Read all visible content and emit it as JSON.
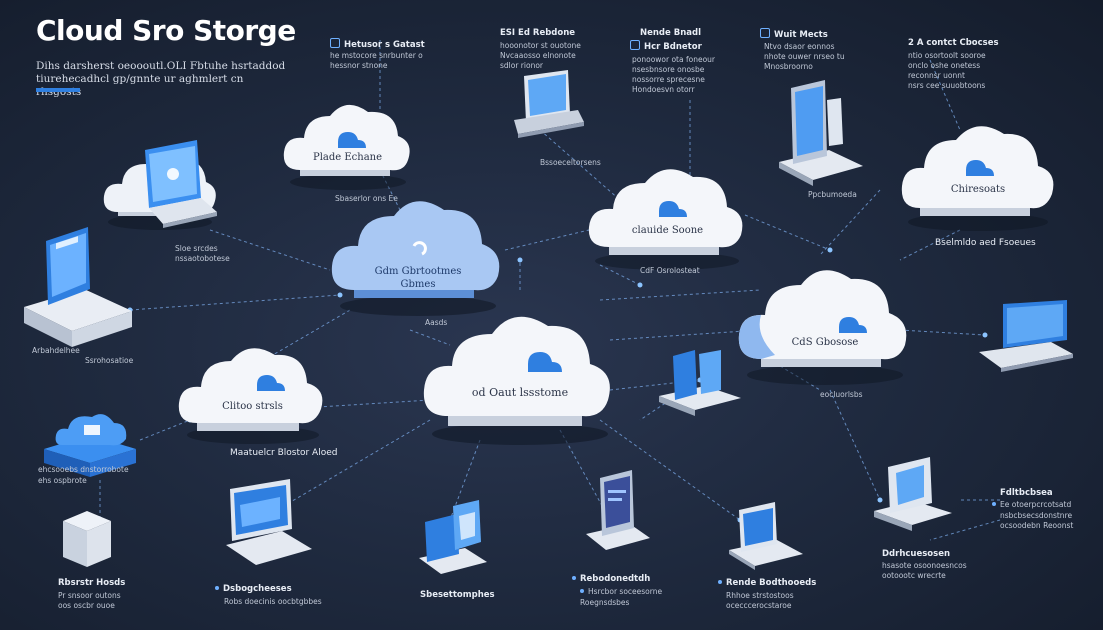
{
  "header": {
    "title": "Cloud Sro Storge",
    "subtitle_line1": "Dihs darsherst oeoooutl.OLI Fbtuhe hsrtaddod",
    "subtitle_line2": "tiurehecadhcl gp/gnnte ur aghmlert cn rhsgosts"
  },
  "top_labels": [
    {
      "head": "Hetusor s Gatast",
      "line1": "he mstocore snrbunter o",
      "line2": "hessnor stnone"
    },
    {
      "head": "ESI Ed Rebdone",
      "line1": "hooonotor st ouotone",
      "line2": "Nvcaaosso elnonote",
      "line3": "sdlor rionor"
    },
    {
      "head": "Nende Bnadl",
      "line1": "Hcr Bdnetor",
      "line2": "ponoowor ota foneour",
      "line3": "nsesbnsore onosbe",
      "line4": "nossorre sprecesne",
      "line5": "Hondoesvn otorr"
    },
    {
      "head": "Wuit Mects",
      "line1": "Ntvo dsaor eonnos",
      "line2": "nhote ouwer nrseo tu",
      "line3": "Mnosbroorno"
    },
    {
      "head": "2 A contct Cbocses",
      "line1": "ntio osortoolt sooroe",
      "line2": "onclo oshe onetess",
      "line3": "reconnsr uonnt",
      "line4": "nsrs cee suuobtoons"
    }
  ],
  "clouds": [
    {
      "id": "c1",
      "label": "",
      "style": "white"
    },
    {
      "id": "c2",
      "label": "Plade Echane",
      "style": "white"
    },
    {
      "id": "c3",
      "label": "Gdm Gbrtootmes",
      "label2": "Gbmes",
      "style": "blue"
    },
    {
      "id": "c4",
      "label": "clauide Soone",
      "style": "white"
    },
    {
      "id": "c5",
      "label": "Chiresoats",
      "style": "white"
    },
    {
      "id": "c6",
      "label": "CdS Gbosose",
      "style": "white"
    },
    {
      "id": "c7",
      "label": "Clitoo strsls",
      "style": "white"
    },
    {
      "id": "c8",
      "label": "od Oaut lssstome",
      "style": "white"
    }
  ],
  "mid_labels": {
    "l_c2_under": "Sbaserlor ons Ee",
    "l_laptop1": "Sloe srcdes",
    "l_laptop1b": "nssaotobotese",
    "l_mid1": "Bselmldo aed Fsoeues",
    "l_c4_under": "CdF Osrolosteat",
    "l_pc_under": "Ppcbumoeda",
    "l_pc_under2": "Ssrohosatioe",
    "l_tablet": "Arbahdelhee",
    "l_tablet2": "Bssoeceltorsens",
    "l_c7_under": "Maatuelcr Blostor Aloed",
    "l_c3_under": "Aasds",
    "l_c6_under": "eocluorlsbs",
    "l_blue_box": "ehcsooebs dnstorrobote",
    "l_blue_box2": "ehs ospbrote"
  },
  "bottom_labels": [
    {
      "head": "Rbsrstr Hosds",
      "line1": "Pr snsoor outons",
      "line2": "oos oscbr ouoe"
    },
    {
      "head": "Dsbogcheeses",
      "line1": "Robs doecinis oocbtgbbes"
    },
    {
      "head": "Sbesettomphes",
      "line1": ""
    },
    {
      "head": "Rebodonedtdh",
      "line1": "Hsrcbor soceesorne",
      "line2": "Roegnsdsbes"
    },
    {
      "head": "Rende Bodthooeds",
      "line1": "Rhhoe strstostoos",
      "line2": "ocecccerocstaroe"
    },
    {
      "head": "Ddrhcuesosen",
      "line1": "hsasote osoonoesncos",
      "line2": "ootoootc wrecrte"
    },
    {
      "head": "Fdltbcbsea",
      "line1": "Ee otoerpcrcotsatd",
      "line2": "nsbcbsecsdonstnre",
      "line3": "ocsoodebn Reoonst"
    }
  ],
  "colors": {
    "accent": "#2f7fe0",
    "line": "#7aa8e6",
    "bg": "#1b2436",
    "cloud_white": "#f4f6fa",
    "cloud_blue": "#8fb8ef"
  }
}
